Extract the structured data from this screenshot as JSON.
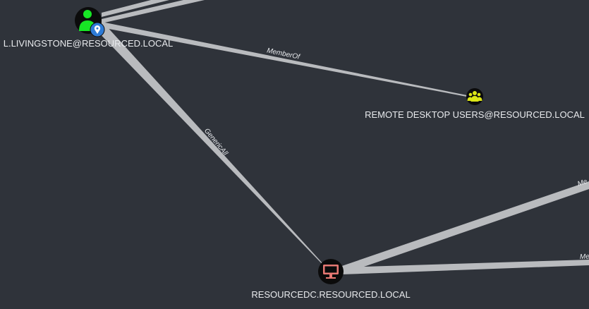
{
  "colors": {
    "background": "#2f333a",
    "edge": "#b9bbbe",
    "user_node_bg": "#0b0b0b",
    "user_icon": "#17e625",
    "owned_badge": "#2e7bd6",
    "group_node_bg": "#0b0b0b",
    "group_icon": "#dbe617",
    "computer_node_bg": "#0b0b0b",
    "computer_icon": "#e67873",
    "label_text": "#e8eaed"
  },
  "nodes": {
    "user": {
      "label": "L.LIVINGSTONE@RESOURCED.LOCAL",
      "icon": "user-icon",
      "badge_icon": "map-pin-icon"
    },
    "group": {
      "label": "REMOTE DESKTOP USERS@RESOURCED.LOCAL",
      "icon": "users-group-icon"
    },
    "computer": {
      "label": "RESOURCEDC.RESOURCED.LOCAL",
      "icon": "desktop-computer-icon"
    }
  },
  "edges": {
    "member_of": {
      "label": "MemberOf"
    },
    "generic_all": {
      "label": "GenericAll"
    },
    "offscreen_right_1": {
      "label": "Me"
    },
    "offscreen_right_2": {
      "label": "Me"
    }
  }
}
